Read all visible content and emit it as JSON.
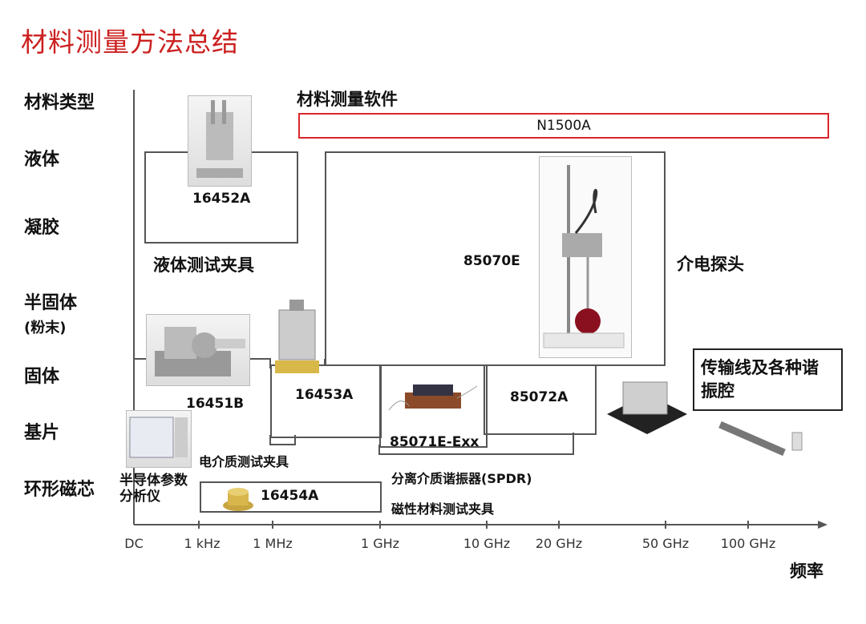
{
  "title": "材料测量方法总结",
  "categories": {
    "header": "材料类型",
    "liquid": "液体",
    "gel": "凝胶",
    "semisolid": "半固体",
    "powder": "(粉末)",
    "solid": "固体",
    "substrate": "基片",
    "toroid": "环形磁芯"
  },
  "software": {
    "heading": "材料测量软件",
    "product": "N1500A"
  },
  "fixtures": {
    "f16452a": "16452A",
    "liquid_fixture": "液体测试夹具",
    "f85070e": "85070E",
    "dielectric_probe": "介电探头",
    "f16451b": "16451B",
    "f16453a": "16453A",
    "dielectric_fixture": "电介质测试夹具",
    "f85071e": "85071E-Exx",
    "f85072a": "85072A",
    "transmission": "传输线及各种谐振腔",
    "analyzer": "半导体参数分析仪",
    "f16454a": "16454A",
    "spdr": "分离介质谐振器(SPDR)",
    "magnetic_fixture": "磁性材料测试夹具"
  },
  "axis": {
    "ticks": [
      "DC",
      "1 kHz",
      "1 MHz",
      "1 GHz",
      "10 GHz",
      "20 GHz",
      "50 GHz",
      "100 GHz"
    ],
    "label": "频率"
  },
  "colors": {
    "title": "#cc1f1f",
    "software_border": "#d9262b",
    "box": "#555555"
  }
}
